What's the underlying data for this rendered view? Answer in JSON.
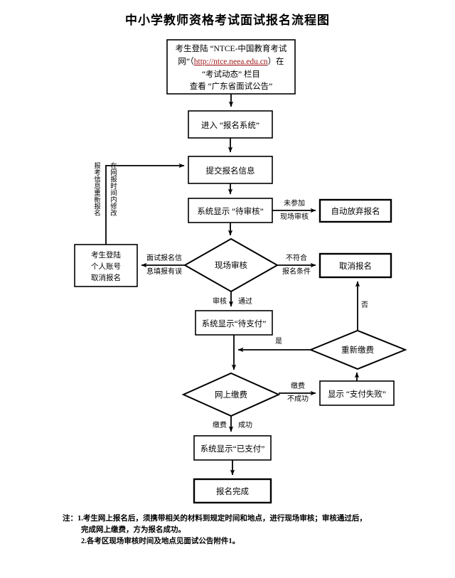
{
  "title": "中小学教师资格考试面试报名流程图",
  "colors": {
    "line": "#000000",
    "box_fill": "#ffffff",
    "link": "#a01818",
    "text": "#000000"
  },
  "chart_data": {
    "type": "diagram",
    "title": "中小学教师资格考试面试报名流程图",
    "nodes": [
      {
        "id": "n1",
        "shape": "rect",
        "lines": [
          "考生登陆 “NTCE-中国教育考试",
          "网”（http://ntce.neea.edu.cn）在",
          "“考试动态” 栏目",
          "查看 “广东省面试公告”"
        ],
        "link_text": "http://ntce.neea.edu.cn"
      },
      {
        "id": "n2",
        "shape": "rect",
        "lines": [
          "进入 “报名系统”"
        ]
      },
      {
        "id": "n3",
        "shape": "rect",
        "lines": [
          "提交报名信息"
        ]
      },
      {
        "id": "n4",
        "shape": "rect",
        "lines": [
          "系统显示 “待审核”"
        ]
      },
      {
        "id": "n5",
        "shape": "rect",
        "lines": [
          "自动放弃报名"
        ]
      },
      {
        "id": "n6",
        "shape": "diamond",
        "lines": [
          "现场审核"
        ]
      },
      {
        "id": "n7",
        "shape": "rect",
        "lines": [
          "考生登陆",
          "个人账号",
          "取消报名"
        ]
      },
      {
        "id": "n8",
        "shape": "rect",
        "lines": [
          "取消报名"
        ]
      },
      {
        "id": "n9",
        "shape": "rect",
        "lines": [
          "系统显示“待支付”"
        ]
      },
      {
        "id": "n10",
        "shape": "diamond",
        "lines": [
          "重新缴费"
        ]
      },
      {
        "id": "n11",
        "shape": "diamond",
        "lines": [
          "网上缴费"
        ]
      },
      {
        "id": "n12",
        "shape": "rect",
        "lines": [
          "显示 “支付失败”"
        ]
      },
      {
        "id": "n13",
        "shape": "rect",
        "lines": [
          "系统显示“已支付”"
        ]
      },
      {
        "id": "n14",
        "shape": "rect",
        "lines": [
          "报名完成"
        ]
      }
    ],
    "edge_labels": [
      {
        "id": "e1",
        "text": "未参加",
        "from": "n4",
        "to": "n5"
      },
      {
        "id": "e2",
        "text": "现场审核",
        "from": "n4",
        "to": "n5"
      },
      {
        "id": "e3",
        "text": "不符合",
        "from": "n6",
        "to": "n8"
      },
      {
        "id": "e4",
        "text": "报名条件",
        "from": "n6",
        "to": "n8"
      },
      {
        "id": "e5",
        "text": "面试报名信",
        "from": "n6",
        "to": "n7"
      },
      {
        "id": "e6",
        "text": "息填报有误",
        "from": "n6",
        "to": "n7"
      },
      {
        "id": "e7",
        "text": "审核",
        "from": "n6",
        "to": "n9"
      },
      {
        "id": "e8",
        "text": "通过",
        "from": "n6",
        "to": "n9"
      },
      {
        "id": "e9",
        "text": "是",
        "from": "n10",
        "to": "n11"
      },
      {
        "id": "e10",
        "text": "否",
        "from": "n10",
        "to": "n8"
      },
      {
        "id": "e11",
        "text": "缴费",
        "from": "n11",
        "to": "n12"
      },
      {
        "id": "e12",
        "text": "不成功",
        "from": "n11",
        "to": "n12"
      },
      {
        "id": "e13",
        "text": "缴费",
        "from": "n11",
        "to": "n13"
      },
      {
        "id": "e14",
        "text": "成功",
        "from": "n11",
        "to": "n13"
      },
      {
        "id": "v1",
        "text": "报考信息重新报名",
        "orientation": "vertical",
        "from": "n7",
        "to": "n3"
      },
      {
        "id": "v2",
        "text": "在网报时间内修改",
        "orientation": "vertical",
        "from": "n7",
        "to": "n3"
      }
    ]
  },
  "notes": {
    "line1": "注：1.考生网上报名后，须携带相关的材料到规定时间和地点，进行现场审核；审核通过后，",
    "line2": "完成网上缴费，方为报名成功。",
    "line3": "2.各考区现场审核时间及地点见面试公告附件1。"
  }
}
